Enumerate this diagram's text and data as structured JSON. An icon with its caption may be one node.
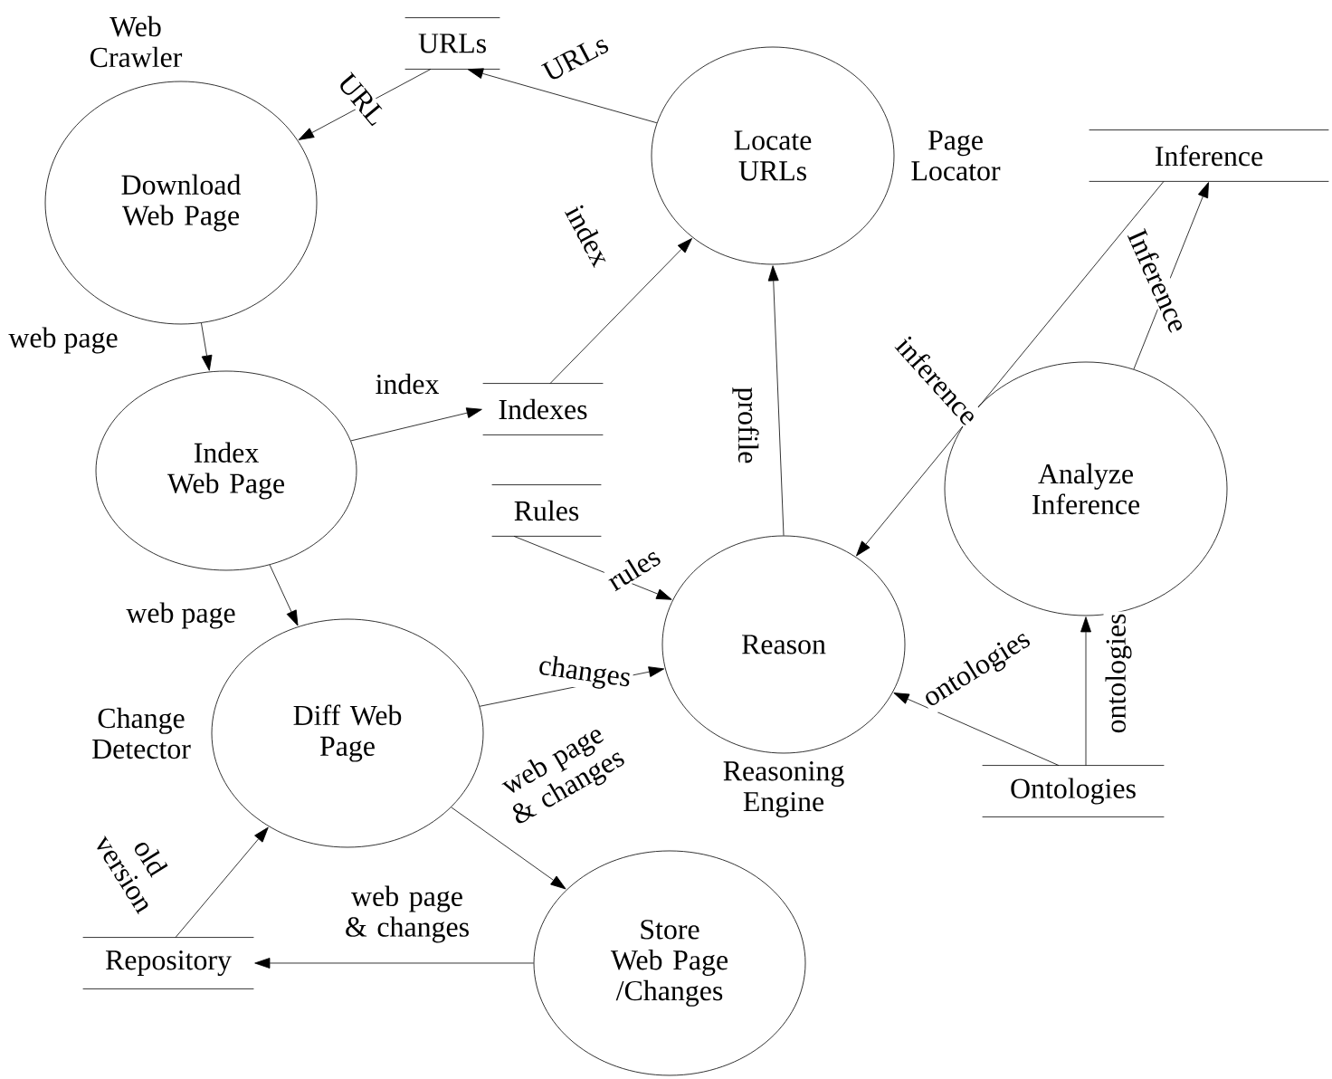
{
  "diagram": {
    "nodes": [
      {
        "text": [
          "URLs"
        ]
      },
      {
        "text": [
          "Locate URLs"
        ],
        "beside": [
          "Page Locator"
        ]
      },
      {
        "text": [
          "Inference"
        ]
      },
      {
        "text": [
          "Download Web Page"
        ],
        "beside": [
          "Web Crawler"
        ]
      },
      {
        "text": [
          "Indexes"
        ]
      },
      {
        "text": [
          "Index Web Page"
        ]
      },
      {
        "text": [
          "Rules"
        ]
      },
      {
        "text": [
          "Reason"
        ],
        "beside": [
          "Reasoning Engine"
        ]
      },
      {
        "text": [
          "Analyze Inference"
        ]
      },
      {
        "text": [
          "Diff Web Page"
        ],
        "beside": [
          "Change Detector"
        ]
      },
      {
        "text": [
          "Ontologies"
        ]
      },
      {
        "text": [
          "Repository"
        ]
      },
      {
        "text": [
          "Store Web Page /Changes"
        ]
      }
    ],
    "edges": [
      {
        "from": 0,
        "to": 3,
        "arrow": "to",
        "label": "URL"
      },
      {
        "from": 1,
        "to": 0,
        "arrow": "to",
        "label": "URLs"
      },
      {
        "from": 3,
        "to": 5,
        "arrow": "to",
        "label": "web page"
      },
      {
        "from": 5,
        "to": 4,
        "arrow": "to",
        "label": "index"
      },
      {
        "from": 4,
        "to": 1,
        "arrow": "to",
        "label": "index"
      },
      {
        "from": 7,
        "to": 1,
        "arrow": "to",
        "label": "profile"
      },
      {
        "from": 2,
        "to": 7,
        "arrow": "to",
        "label": "inference"
      },
      {
        "from": 8,
        "to": 2,
        "arrow": "to",
        "label": "Inference"
      },
      {
        "from": 6,
        "to": 7,
        "arrow": "to",
        "label": "rules"
      },
      {
        "from": 5,
        "to": 9,
        "arrow": "to",
        "label": "web page"
      },
      {
        "from": 9,
        "to": 7,
        "arrow": "to",
        "label": "changes"
      },
      {
        "from": 10,
        "to": 7,
        "arrow": "to",
        "label": "ontologies"
      },
      {
        "from": 10,
        "to": 8,
        "arrow": "to",
        "label": "ontologies"
      },
      {
        "from": 11,
        "to": 9,
        "arrow": "to",
        "label": "old version"
      },
      {
        "from": 9,
        "to": 12,
        "arrow": "to",
        "label": "web page & changes"
      },
      {
        "from": 12,
        "to": 11,
        "arrow": "to",
        "label": "web page & changes"
      }
    ]
  }
}
